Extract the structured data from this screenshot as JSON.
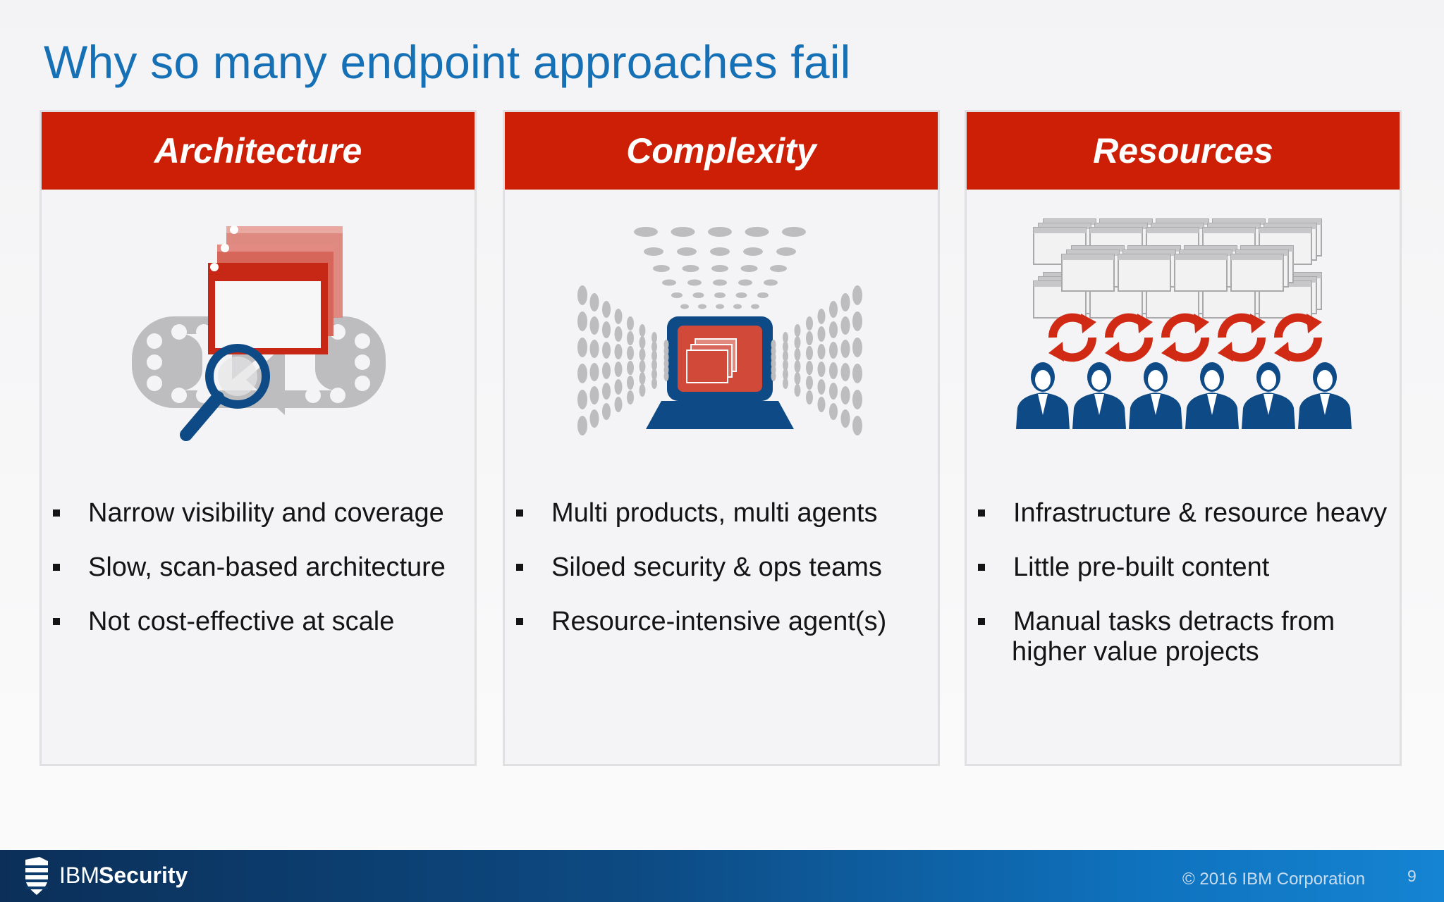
{
  "slide": {
    "title": "Why so many endpoint approaches fail"
  },
  "cards": [
    {
      "heading": "Architecture",
      "icon": "architecture-icon",
      "bullets": [
        "Narrow visibility and coverage",
        "Slow, scan-based architecture",
        "Not cost-effective at scale"
      ]
    },
    {
      "heading": "Complexity",
      "icon": "complexity-icon",
      "bullets": [
        "Multi products, multi agents",
        "Siloed security & ops teams",
        "Resource-intensive agent(s)"
      ]
    },
    {
      "heading": "Resources",
      "icon": "resources-icon",
      "bullets": [
        "Infrastructure & resource heavy",
        "Little pre-built content",
        "Manual tasks detracts from",
        "higher value projects"
      ]
    }
  ],
  "footer": {
    "brand_ibm": "IBM",
    "brand_security": "Security",
    "copyright": "© 2016 IBM Corporation",
    "page_number": "9"
  },
  "colors": {
    "title_blue": "#1670b5",
    "header_red": "#cc1f06",
    "icon_navy": "#0d4a86",
    "icon_gray": "#b9b9bb",
    "footer_navy": "#0b2f58"
  }
}
